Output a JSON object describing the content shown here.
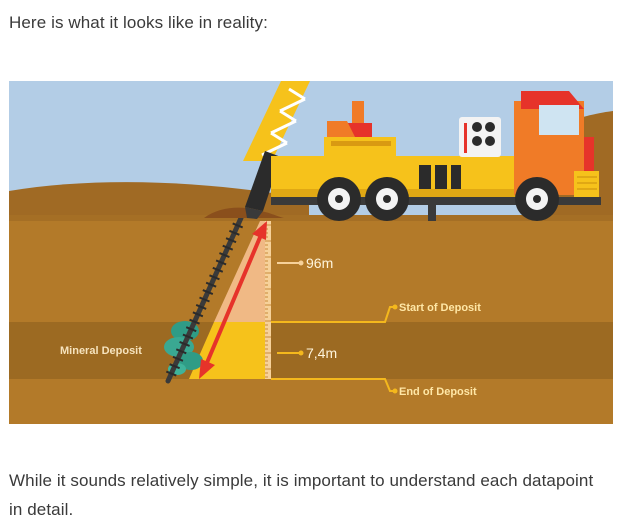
{
  "intro_text": "Here is what it looks like in reality:",
  "outro_text": "While it sounds relatively simple, it is important to understand each datapoint in detail.",
  "diagram": {
    "depth_label": "96m",
    "thickness_label": "7,4m",
    "start_label": "Start of Deposit",
    "end_label": "End of Deposit",
    "mineral_label": "Mineral Deposit"
  },
  "colors": {
    "sky": "#b3cde6",
    "soil": "#b37a29",
    "deposit_band": "#9c6a22",
    "truck_yellow": "#f6c21b",
    "cab_orange": "#f07b27",
    "arrow_red": "#e6332a",
    "callout_yellow": "#f4b81d"
  }
}
